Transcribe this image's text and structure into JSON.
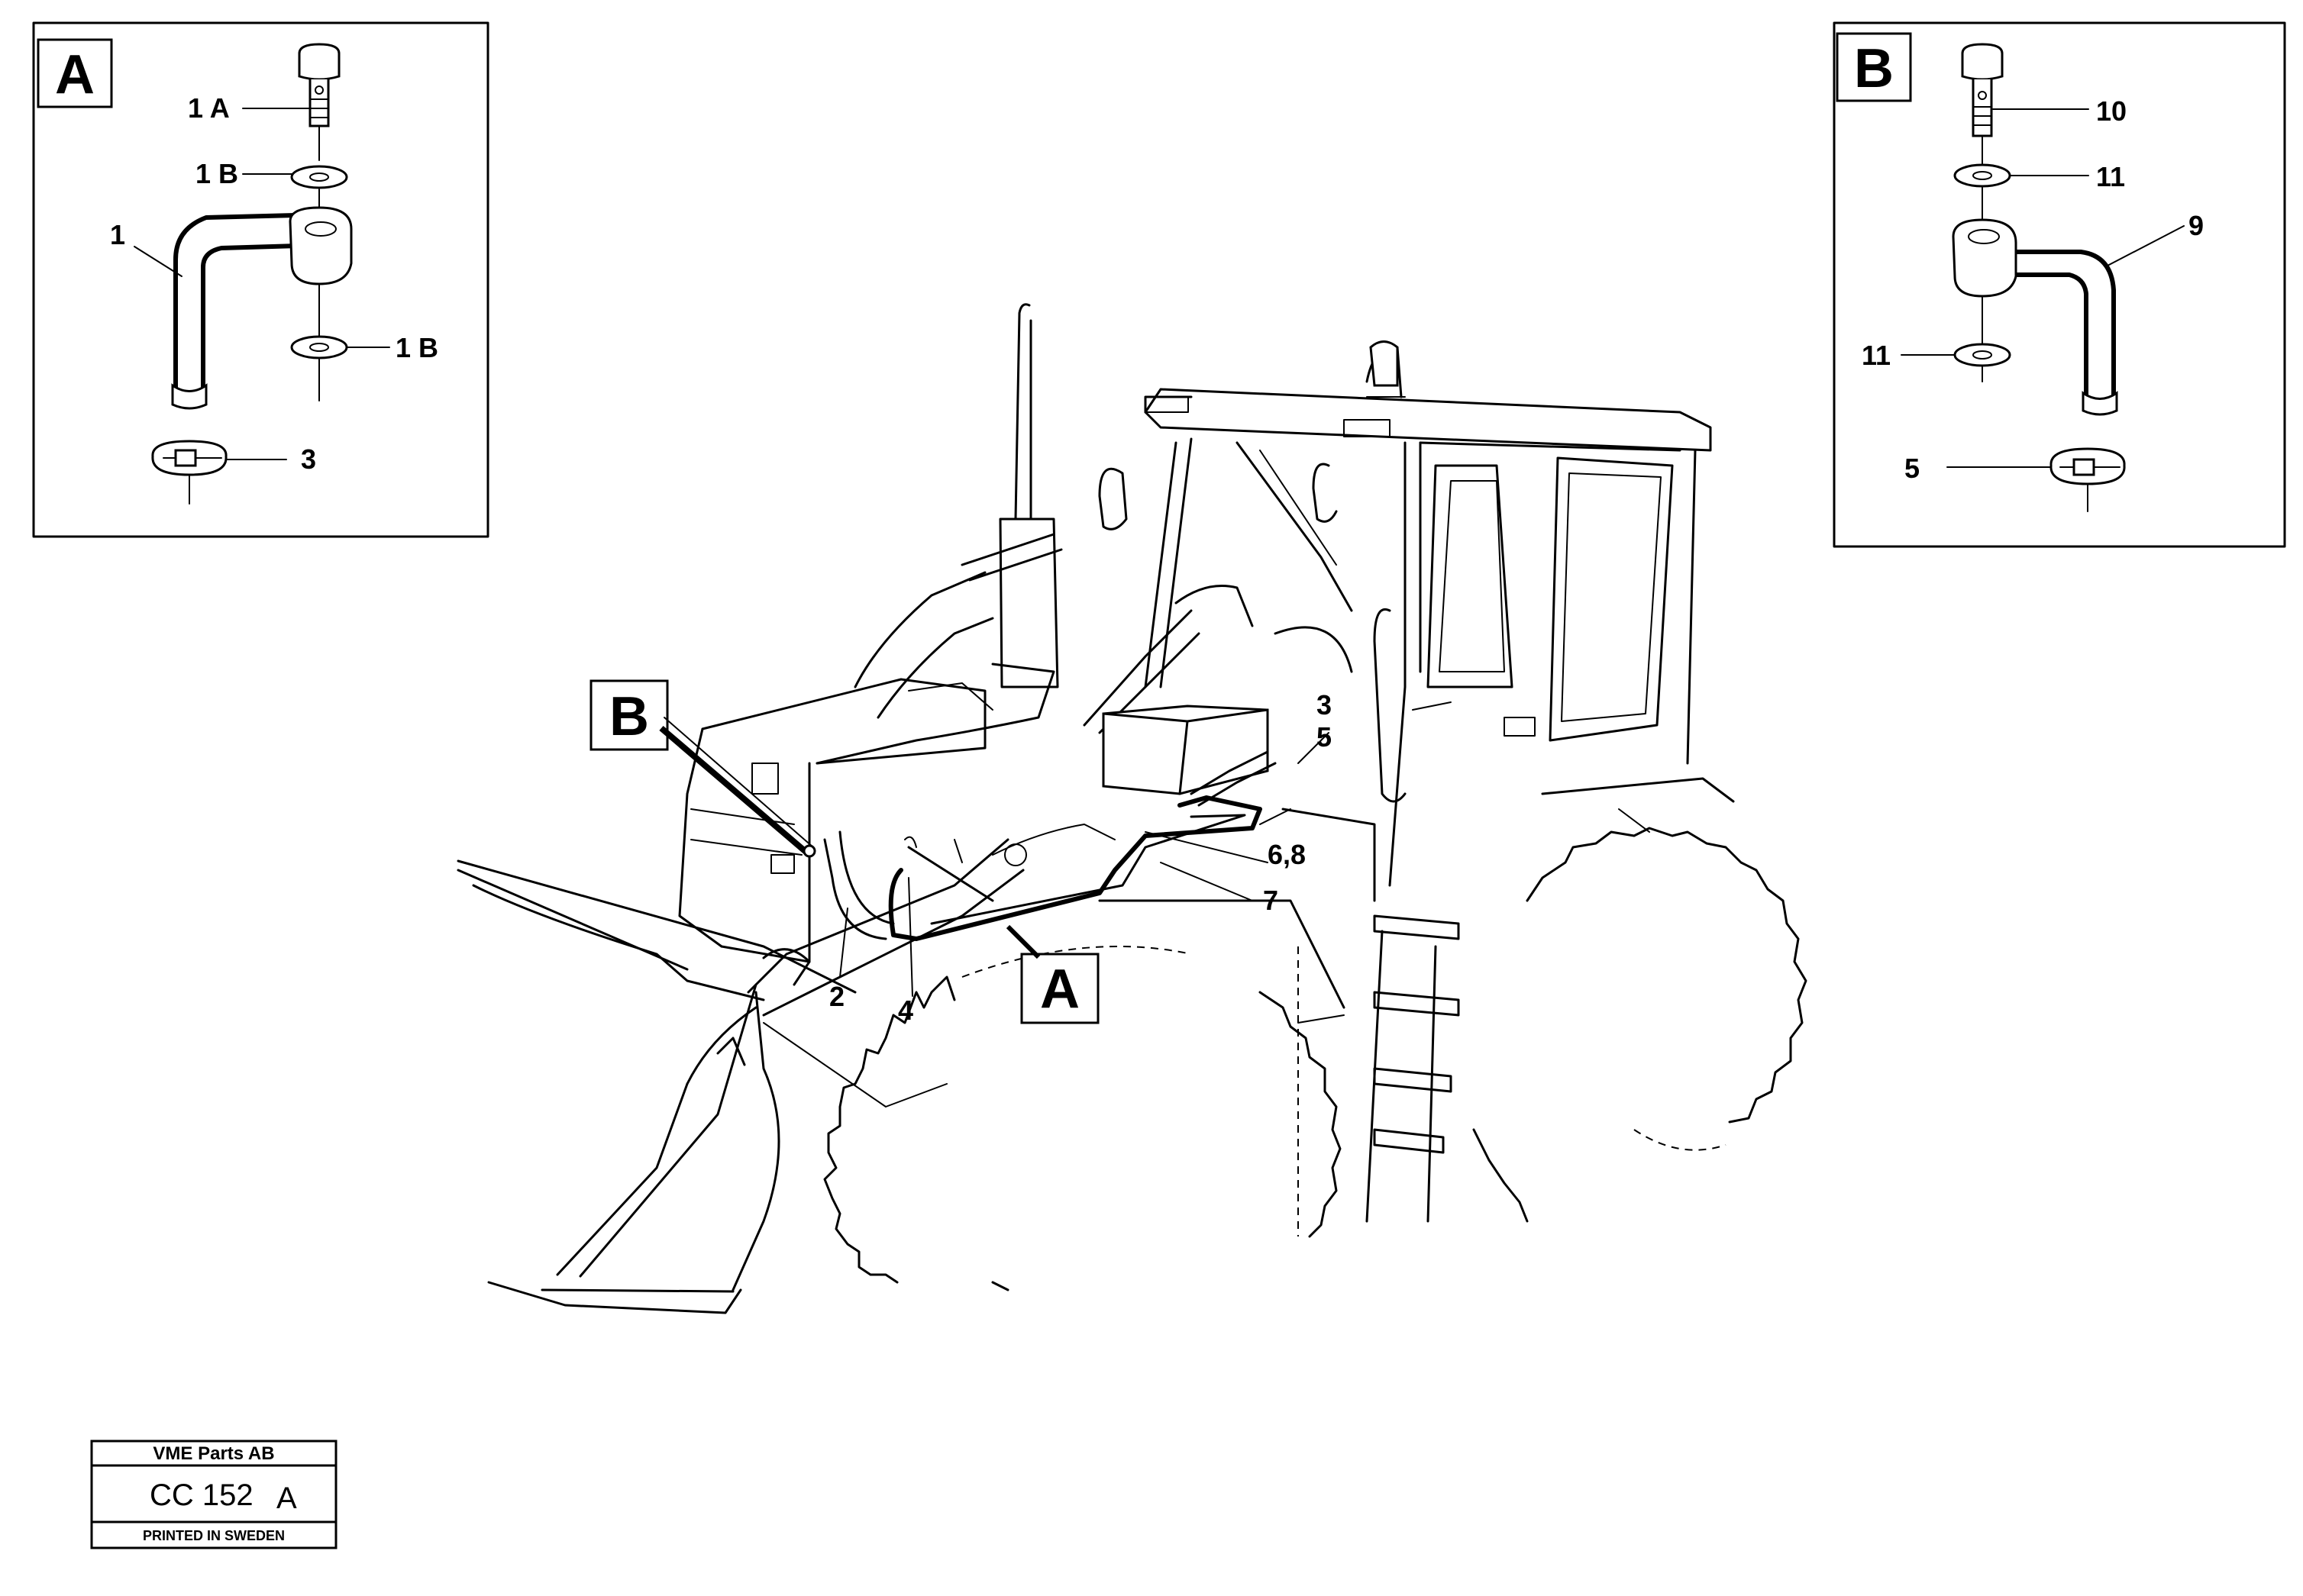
{
  "detail_a": {
    "letter": "A",
    "callouts": [
      "1 A",
      "1 B",
      "1",
      "1 B",
      "3"
    ]
  },
  "detail_b": {
    "letter": "B",
    "callouts": [
      "10",
      "11",
      "9",
      "11",
      "5"
    ]
  },
  "main_view": {
    "ref_b": "B",
    "ref_a": "A",
    "callouts": [
      "3",
      "5",
      "6,8",
      "7",
      "2",
      "4"
    ]
  },
  "title_block": {
    "company": "VME Parts AB",
    "drawing_code": "CC 152",
    "drawing_suffix": "A",
    "printed": "PRINTED IN SWEDEN"
  }
}
